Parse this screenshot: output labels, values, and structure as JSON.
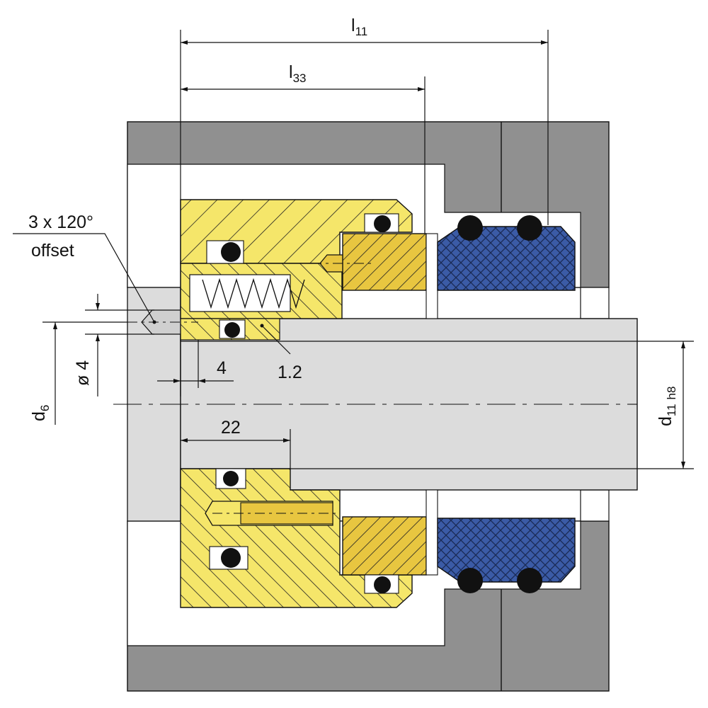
{
  "colors": {
    "housing": "#909090",
    "shaft": "#dcdcdc",
    "brass": "#f5e66a",
    "brass_dark": "#e8c640",
    "seat": "#3b5ba6",
    "oring": "#111111",
    "line": "#111111",
    "white": "#ffffff"
  },
  "labels": {
    "offset_main": "3 x 120°",
    "offset_sub": "offset",
    "l11_base": "l",
    "l11_sub": "11",
    "l33_base": "l",
    "l33_sub": "33",
    "dia4": "ø 4",
    "d6_base": "d",
    "d6_sub": "6",
    "dim4": "4",
    "ref12": "1.2",
    "dim22": "22",
    "d11_base": "d",
    "d11_sub": "11",
    "d11_tol": "h8"
  }
}
